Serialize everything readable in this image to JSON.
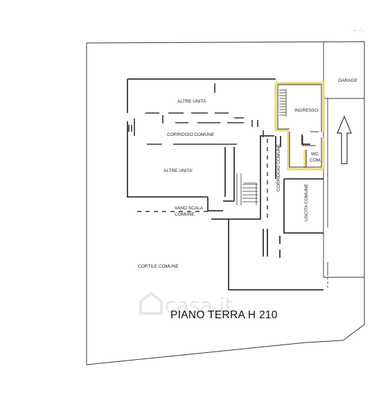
{
  "plan": {
    "title": "PIANO TERRA H 210",
    "watermark": "casa.it",
    "labels": {
      "garage": "GARAGE",
      "altre_unita_top": "ALTRE UNITA'",
      "ingresso": "INGRESSO",
      "corridoio_comune_h": "CORRIDOIO COMUNE",
      "corridoio_comune_v": "CORRIDOIO COMUNE",
      "wc_line1": "WC",
      "wc_line2": "COM.",
      "altre_unita_mid": "ALTRE UNITA'",
      "uscita_comune": "USCITA COMUNE",
      "vano_scala_line1": "VANO SCALA",
      "vano_scala_line2": "COMUNE",
      "cortile_comune": "CORTILE COMUNE"
    },
    "colors": {
      "line": "#333333",
      "highlight": "#e9d97a",
      "watermark": "#e6e6e6"
    },
    "icons": {
      "direction_arrow": "up-arrow-icon",
      "watermark_logo": "house-logo-icon"
    }
  }
}
